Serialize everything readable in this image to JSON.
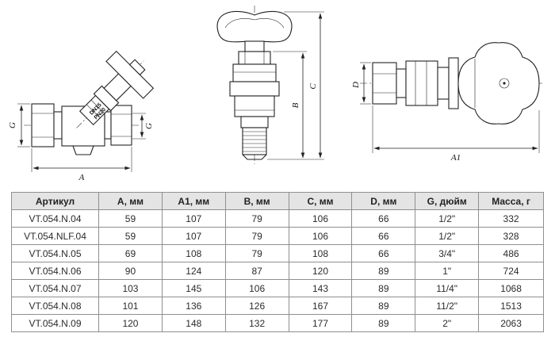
{
  "drawing": {
    "view1": {
      "dim_a": "A",
      "dim_g_left": "G",
      "dim_g_right": "G",
      "marking_line1": "DN15",
      "marking_line2": "PN20"
    },
    "view2": {
      "dim_b": "B",
      "dim_c": "C"
    },
    "view3": {
      "dim_d": "D",
      "dim_a1": "A1"
    }
  },
  "table": {
    "headers": [
      "Артикул",
      "A, мм",
      "A1, мм",
      "B, мм",
      "C, мм",
      "D, мм",
      "G, дюйм",
      "Масса, г"
    ],
    "rows": [
      [
        "VT.054.N.04",
        "59",
        "107",
        "79",
        "106",
        "66",
        "1/2\"",
        "332"
      ],
      [
        "VT.054.NLF.04",
        "59",
        "107",
        "79",
        "106",
        "66",
        "1/2\"",
        "328"
      ],
      [
        "VT.054.N.05",
        "69",
        "108",
        "79",
        "108",
        "66",
        "3/4\"",
        "486"
      ],
      [
        "VT.054.N.06",
        "90",
        "124",
        "87",
        "120",
        "89",
        "1\"",
        "724"
      ],
      [
        "VT.054.N.07",
        "103",
        "145",
        "106",
        "143",
        "89",
        "11/4\"",
        "1068"
      ],
      [
        "VT.054.N.08",
        "101",
        "136",
        "126",
        "167",
        "89",
        "11/2\"",
        "1513"
      ],
      [
        "VT.054.N.09",
        "120",
        "148",
        "132",
        "177",
        "89",
        "2\"",
        "2063"
      ]
    ]
  }
}
